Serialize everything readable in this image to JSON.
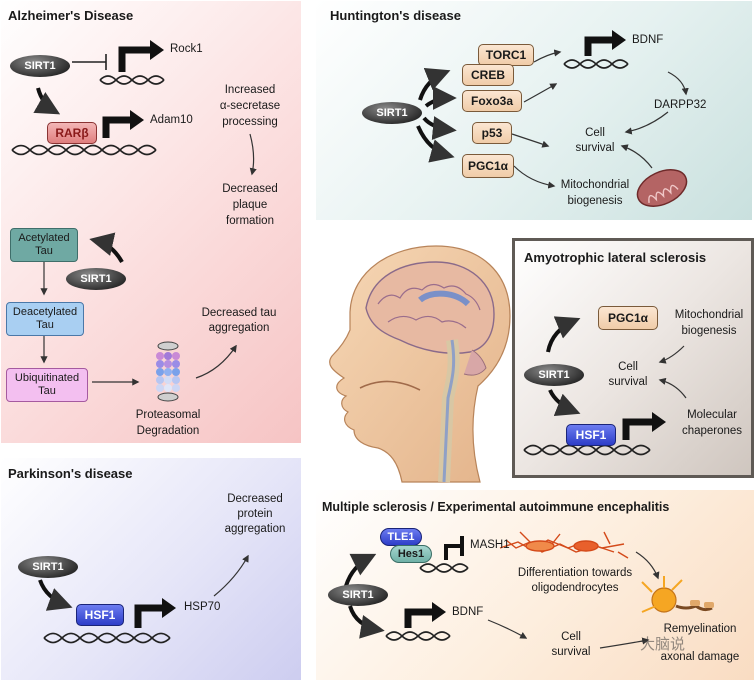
{
  "alzheimer": {
    "title": "Alzheimer's Disease",
    "sirt1": "SIRT1",
    "rock1": "Rock1",
    "rar": "RARβ",
    "adam10": "Adam10",
    "secretase_1": "Increased",
    "secretase_2": "α-secretase",
    "secretase_3": "processing",
    "plaque_1": "Decreased",
    "plaque_2": "plaque",
    "plaque_3": "formation",
    "acetylated_1": "Acetylated",
    "acetylated_2": "Tau",
    "sirt1_tau": "SIRT1",
    "deacetylated_1": "Deacetylated",
    "deacetylated_2": "Tau",
    "ubiquitinated_1": "Ubiquitinated",
    "ubiquitinated_2": "Tau",
    "tau_agg_1": "Decreased tau",
    "tau_agg_2": "aggregation",
    "proteasome_1": "Proteasomal",
    "proteasome_2": "Degradation"
  },
  "huntington": {
    "title": "Huntington's disease",
    "sirt1": "SIRT1",
    "torc1": "TORC1",
    "creb": "CREB",
    "foxo3a": "Foxo3a",
    "p53": "p53",
    "pgc1a": "PGC1α",
    "bdnf": "BDNF",
    "darpp32": "DARPP32",
    "cell_1": "Cell",
    "cell_2": "survival",
    "mito_1": "Mitochondrial",
    "mito_2": "biogenesis"
  },
  "als": {
    "title": "Amyotrophic lateral sclerosis",
    "pgc1a": "PGC1α",
    "mito_1": "Mitochondrial",
    "mito_2": "biogenesis",
    "cell_1": "Cell",
    "cell_2": "survival",
    "sirt1": "SIRT1",
    "hsf1": "HSF1",
    "chap_1": "Molecular",
    "chap_2": "chaperones"
  },
  "parkinson": {
    "title": "Parkinson's disease",
    "sirt1": "SIRT1",
    "hsf1": "HSF1",
    "hsp70": "HSP70",
    "agg_1": "Decreased",
    "agg_2": "protein",
    "agg_3": "aggregation"
  },
  "ms": {
    "title": "Multiple sclerosis / Experimental autoimmune encephalitis",
    "tle1": "TLE1",
    "hes1": "Hes1",
    "mash1": "MASH1",
    "diff_1": "Differentiation towards",
    "diff_2": "oligodendrocytes",
    "sirt1": "SIRT1",
    "bdnf": "BDNF",
    "cell_1": "Cell",
    "cell_2": "survival",
    "remy_1": "Remyelination",
    "remy_2": "axonal damage"
  },
  "watermark": "大脑说"
}
